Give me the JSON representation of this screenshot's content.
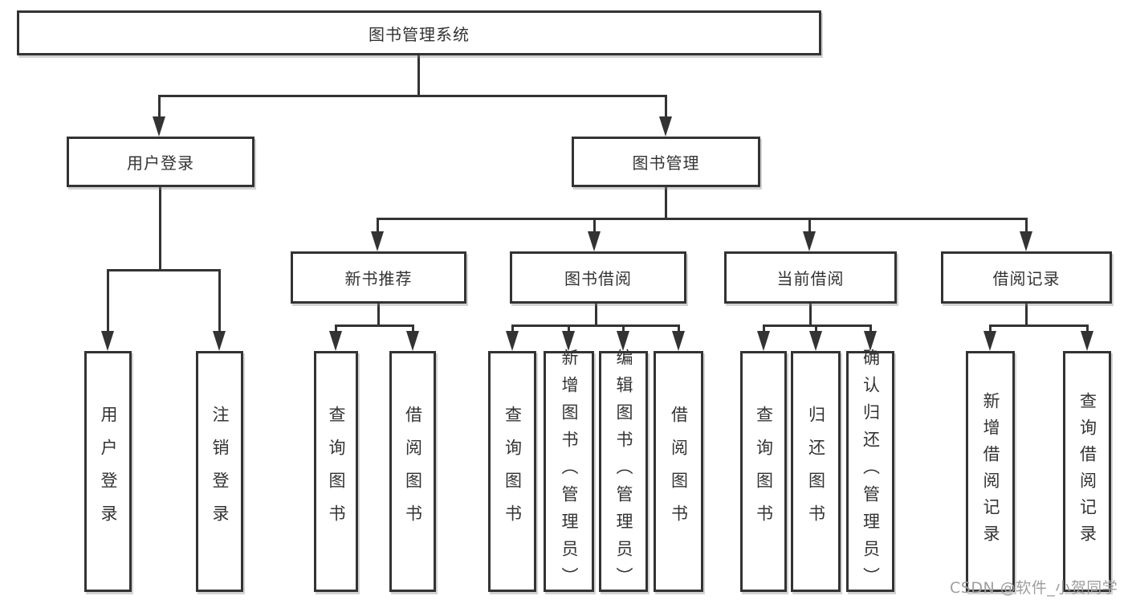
{
  "tree": {
    "root": "图书管理系统",
    "l2": [
      "用户登录",
      "图书管理"
    ],
    "l3": [
      "新书推荐",
      "图书借阅",
      "当前借阅",
      "借阅记录"
    ],
    "leaves": [
      "用户登录",
      "注销登录",
      "查询图书",
      "借阅图书",
      "查询图书",
      "新增图书（管理员）",
      "编辑图书（管理员）",
      "借阅图书",
      "查询图书",
      "归还图书",
      "确认归还（管理员）",
      "新增借阅记录",
      "查询借阅记录"
    ]
  },
  "watermark": "CSDN @软件_小贺同学",
  "colors": {
    "line": "#333333",
    "text": "#333333",
    "background": "#ffffff",
    "watermark": "#9e9e9e"
  }
}
